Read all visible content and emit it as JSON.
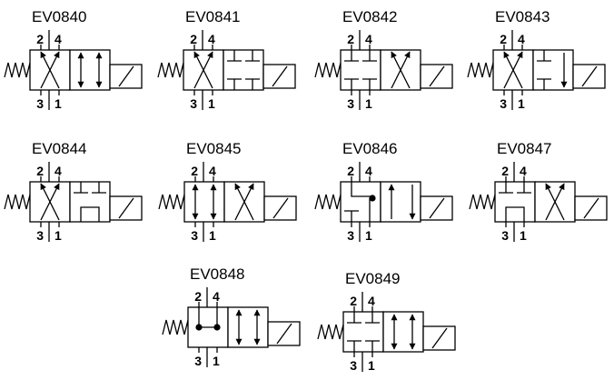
{
  "valves": [
    {
      "code": "EV0840",
      "positions": [
        "cross",
        "parallel"
      ],
      "ports": [
        "2",
        "4",
        "3",
        "1"
      ]
    },
    {
      "code": "EV0841",
      "positions": [
        "cross",
        "blocked"
      ],
      "ports": [
        "2",
        "4",
        "3",
        "1"
      ]
    },
    {
      "code": "EV0842",
      "positions": [
        "blocked",
        "cross"
      ],
      "ports": [
        "2",
        "4",
        "3",
        "1"
      ]
    },
    {
      "code": "EV0843",
      "positions": [
        "cross",
        "blocked-flow"
      ],
      "ports": [
        "2",
        "4",
        "3",
        "1"
      ]
    },
    {
      "code": "EV0844",
      "positions": [
        "cross",
        "blocked-loop"
      ],
      "ports": [
        "2",
        "4",
        "3",
        "1"
      ]
    },
    {
      "code": "EV0845",
      "positions": [
        "parallel",
        "cross"
      ],
      "ports": [
        "2",
        "4",
        "3",
        "1"
      ]
    },
    {
      "code": "EV0846",
      "positions": [
        "check-loop",
        "return-flow"
      ],
      "ports": [
        "2",
        "4",
        "3",
        "1"
      ]
    },
    {
      "code": "EV0847",
      "positions": [
        "blocked-loop",
        "cross"
      ],
      "ports": [
        "2",
        "4",
        "3",
        "1"
      ]
    },
    {
      "code": "EV0848",
      "positions": [
        "dot-loop",
        "parallel"
      ],
      "ports": [
        "2",
        "4",
        "3",
        "1"
      ]
    },
    {
      "code": "EV0849",
      "positions": [
        "blocked",
        "parallel"
      ],
      "ports": [
        "2",
        "4",
        "3",
        "1"
      ]
    }
  ],
  "colors": {
    "line": "#000000",
    "background": "#ffffff"
  }
}
